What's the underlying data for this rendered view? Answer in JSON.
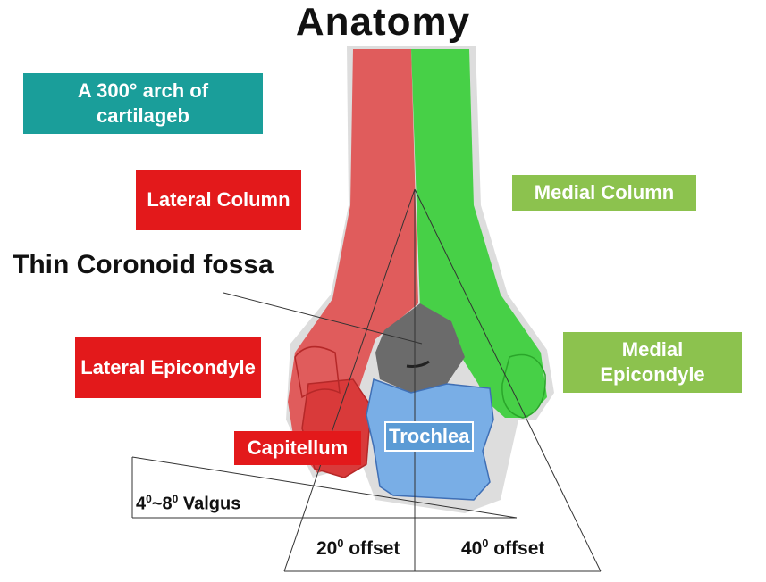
{
  "title": "Anatomy",
  "labels": {
    "arch": "A  300° arch of cartilageb",
    "lateral_column": "Lateral Column",
    "medial_column": "Medial Column",
    "coronoid": "Thin Coronoid fossa",
    "lateral_epicondyle": "Lateral Epicondyle",
    "medial_epicondyle": "Medial Epicondyle",
    "capitellum": "Capitellum",
    "trochlea": "Trochlea",
    "valgus": {
      "pre": "4",
      "sup1": "0",
      "mid": "~8",
      "sup2": "0",
      "post": " Valgus"
    },
    "offset20": {
      "pre": "20",
      "sup": "0",
      "post": " offset"
    },
    "offset40": {
      "pre": "40",
      "sup": "0",
      "post": " offset"
    }
  },
  "colors": {
    "lateral_column": "#e05050",
    "medial_column": "#3ecf3e",
    "fossa": "#6b6b6b",
    "trochlea": "#79aee6",
    "label_red": "#e3191b",
    "label_teal": "#1a9e9a",
    "label_green": "#8cc24e"
  }
}
